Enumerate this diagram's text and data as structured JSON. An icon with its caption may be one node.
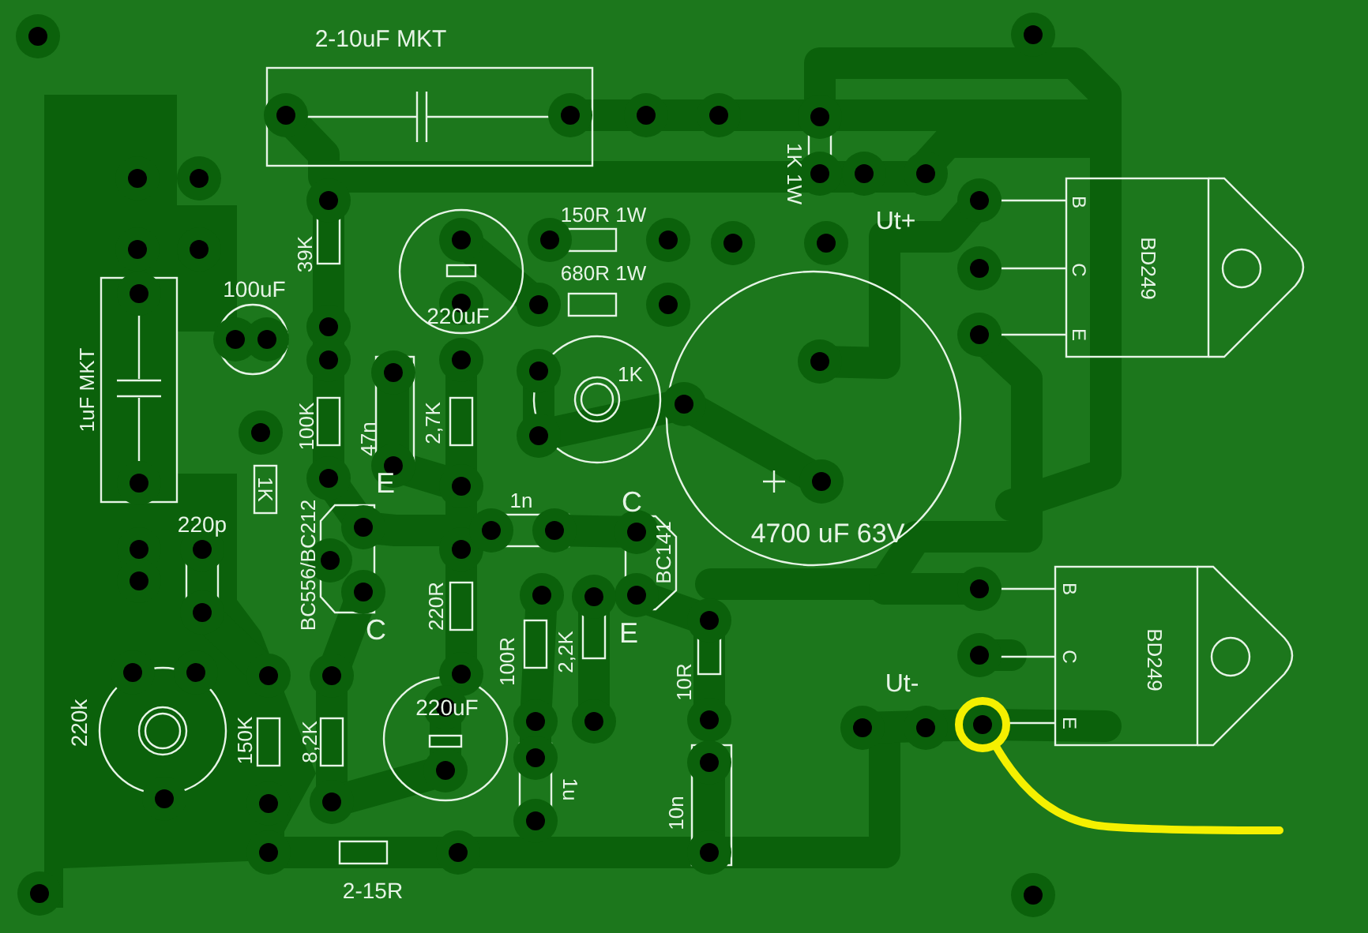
{
  "diagram": {
    "labels": [
      "2-10uF MKT",
      "1K 1W",
      "150R 1W",
      "Ut+",
      "B",
      "C",
      "E",
      "BD249",
      "39K",
      "220uF",
      "680R 1W",
      "100uF",
      "1uF MKT",
      "1K",
      "100K",
      "47n",
      "2,7K",
      "4700 uF 63V",
      "1K",
      "E",
      "C",
      "1n",
      "220p",
      "BC556/BC212",
      "BC141",
      "B",
      "C",
      "E",
      "BD249",
      "220R",
      "C",
      "E",
      "100R",
      "2,2K",
      "10R",
      "Ut-",
      "220k",
      "150K",
      "8,2K",
      "220uF",
      "1u",
      "10n",
      "2-15R"
    ]
  }
}
